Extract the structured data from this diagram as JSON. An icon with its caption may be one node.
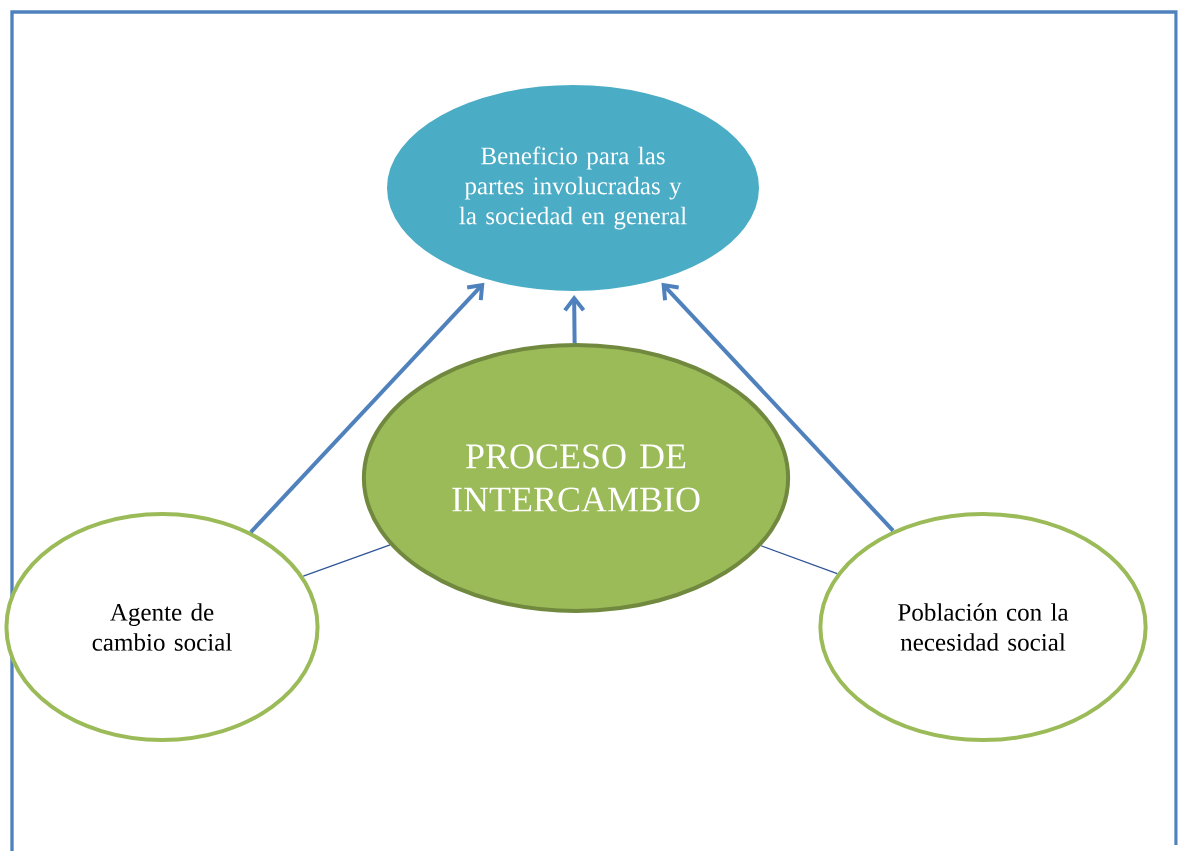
{
  "diagram": {
    "nodes": [
      {
        "text": [
          "Beneficio para las partes involucradas y la sociedad en general"
        ]
      },
      {
        "text": [
          "PROCESO DE INTERCAMBIO"
        ]
      },
      {
        "text": [
          "Agente de cambio social"
        ]
      },
      {
        "text": [
          "Población con la necesidad social"
        ]
      }
    ],
    "edges": [
      {
        "from": 2,
        "to": 0,
        "arrow": "to"
      },
      {
        "from": 1,
        "to": 0,
        "arrow": "to"
      },
      {
        "from": 3,
        "to": 0,
        "arrow": "to"
      },
      {
        "from": 1,
        "to": 2,
        "arrow": "none",
        "color": "#2f5597"
      },
      {
        "from": 1,
        "to": 3,
        "arrow": "none",
        "color": "#2f5597"
      }
    ]
  }
}
